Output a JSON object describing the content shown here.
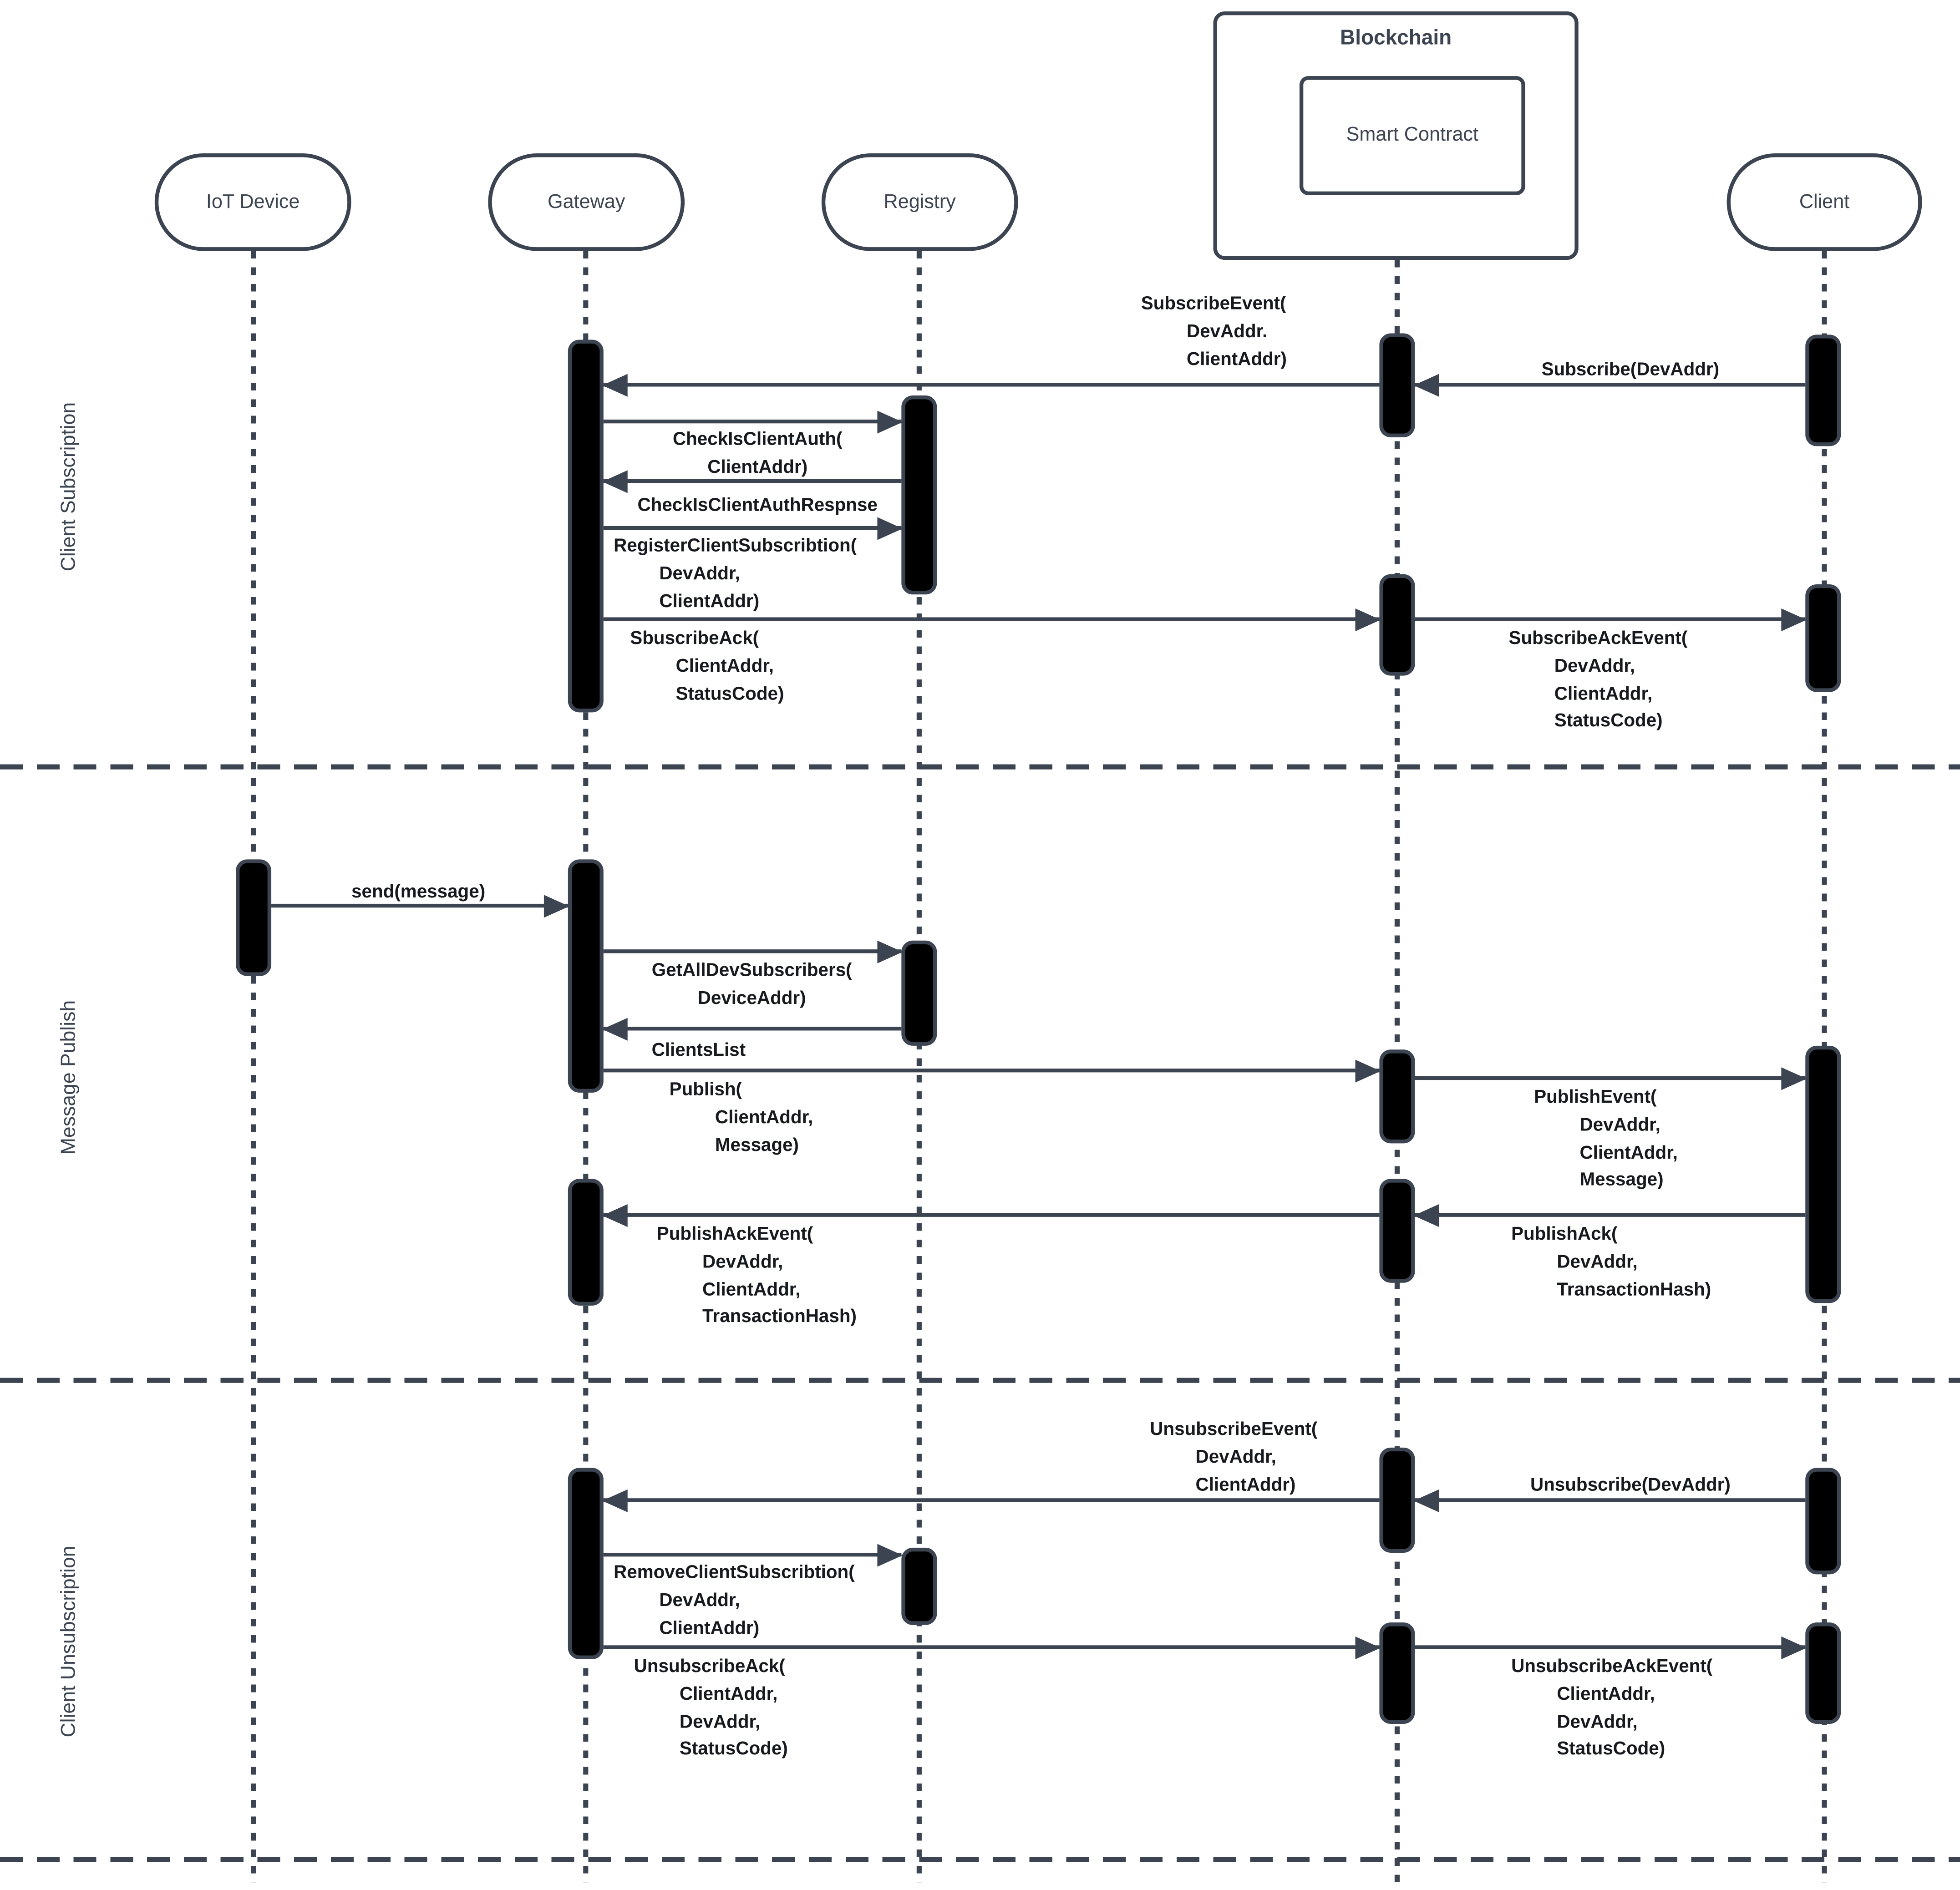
{
  "colors": {
    "line": "#3b4450",
    "activation_fill": "#000000",
    "message_text": "#16191d",
    "background": "#ffffff"
  },
  "participants": {
    "iot": {
      "label": "IoT Device"
    },
    "gateway": {
      "label": "Gateway"
    },
    "registry": {
      "label": "Registry"
    },
    "blockchain": {
      "label": "Blockchain",
      "inner": "Smart Contract"
    },
    "client": {
      "label": "Client"
    }
  },
  "phases": {
    "subscription": {
      "label": "Client Subscription"
    },
    "publish": {
      "label": "Message Publish"
    },
    "unsubscription": {
      "label": "Client Unsubscription"
    }
  },
  "messages": {
    "subscribe": "Subscribe(DevAddr)",
    "subscribe_event": "SubscribeEvent(\nDevAddr.\nClientAddr)",
    "check_is_client_auth": "CheckIsClientAuth(\nClientAddr)",
    "check_is_client_auth_response": "CheckIsClientAuthRespnse",
    "register_client_subscription": "RegisterClientSubscribtion(\nDevAddr,\nClientAddr)",
    "sbuscribe_ack": "SbuscribeAck(\nClientAddr,\nStatusCode)",
    "subscribe_ack_event": "SubscribeAckEvent(\nDevAddr,\nClientAddr,\nStatusCode)",
    "send": "send(message)",
    "get_all_dev_subscribers": "GetAllDevSubscribers(\nDeviceAddr)",
    "clients_list": "ClientsList",
    "publish": "Publish(\nClientAddr,\nMessage)",
    "publish_event": "PublishEvent(\nDevAddr,\nClientAddr,\nMessage)",
    "publish_ack": "PublishAck(\nDevAddr,\nTransactionHash)",
    "publish_ack_event": "PublishAckEvent(\nDevAddr,\nClientAddr,\nTransactionHash)",
    "unsubscribe": "Unsubscribe(DevAddr)",
    "unsubscribe_event": "UnsubscribeEvent(\nDevAddr,\nClientAddr)",
    "remove_client_subscription": "RemoveClientSubscribtion(\nDevAddr,\nClientAddr)",
    "unsubscribe_ack": "UnsubscribeAck(\nClientAddr,\nDevAddr,\nStatusCode)",
    "unsubscribe_ack_event": "UnsubscribeAckEvent(\nClientAddr,\nDevAddr,\nStatusCode)"
  }
}
